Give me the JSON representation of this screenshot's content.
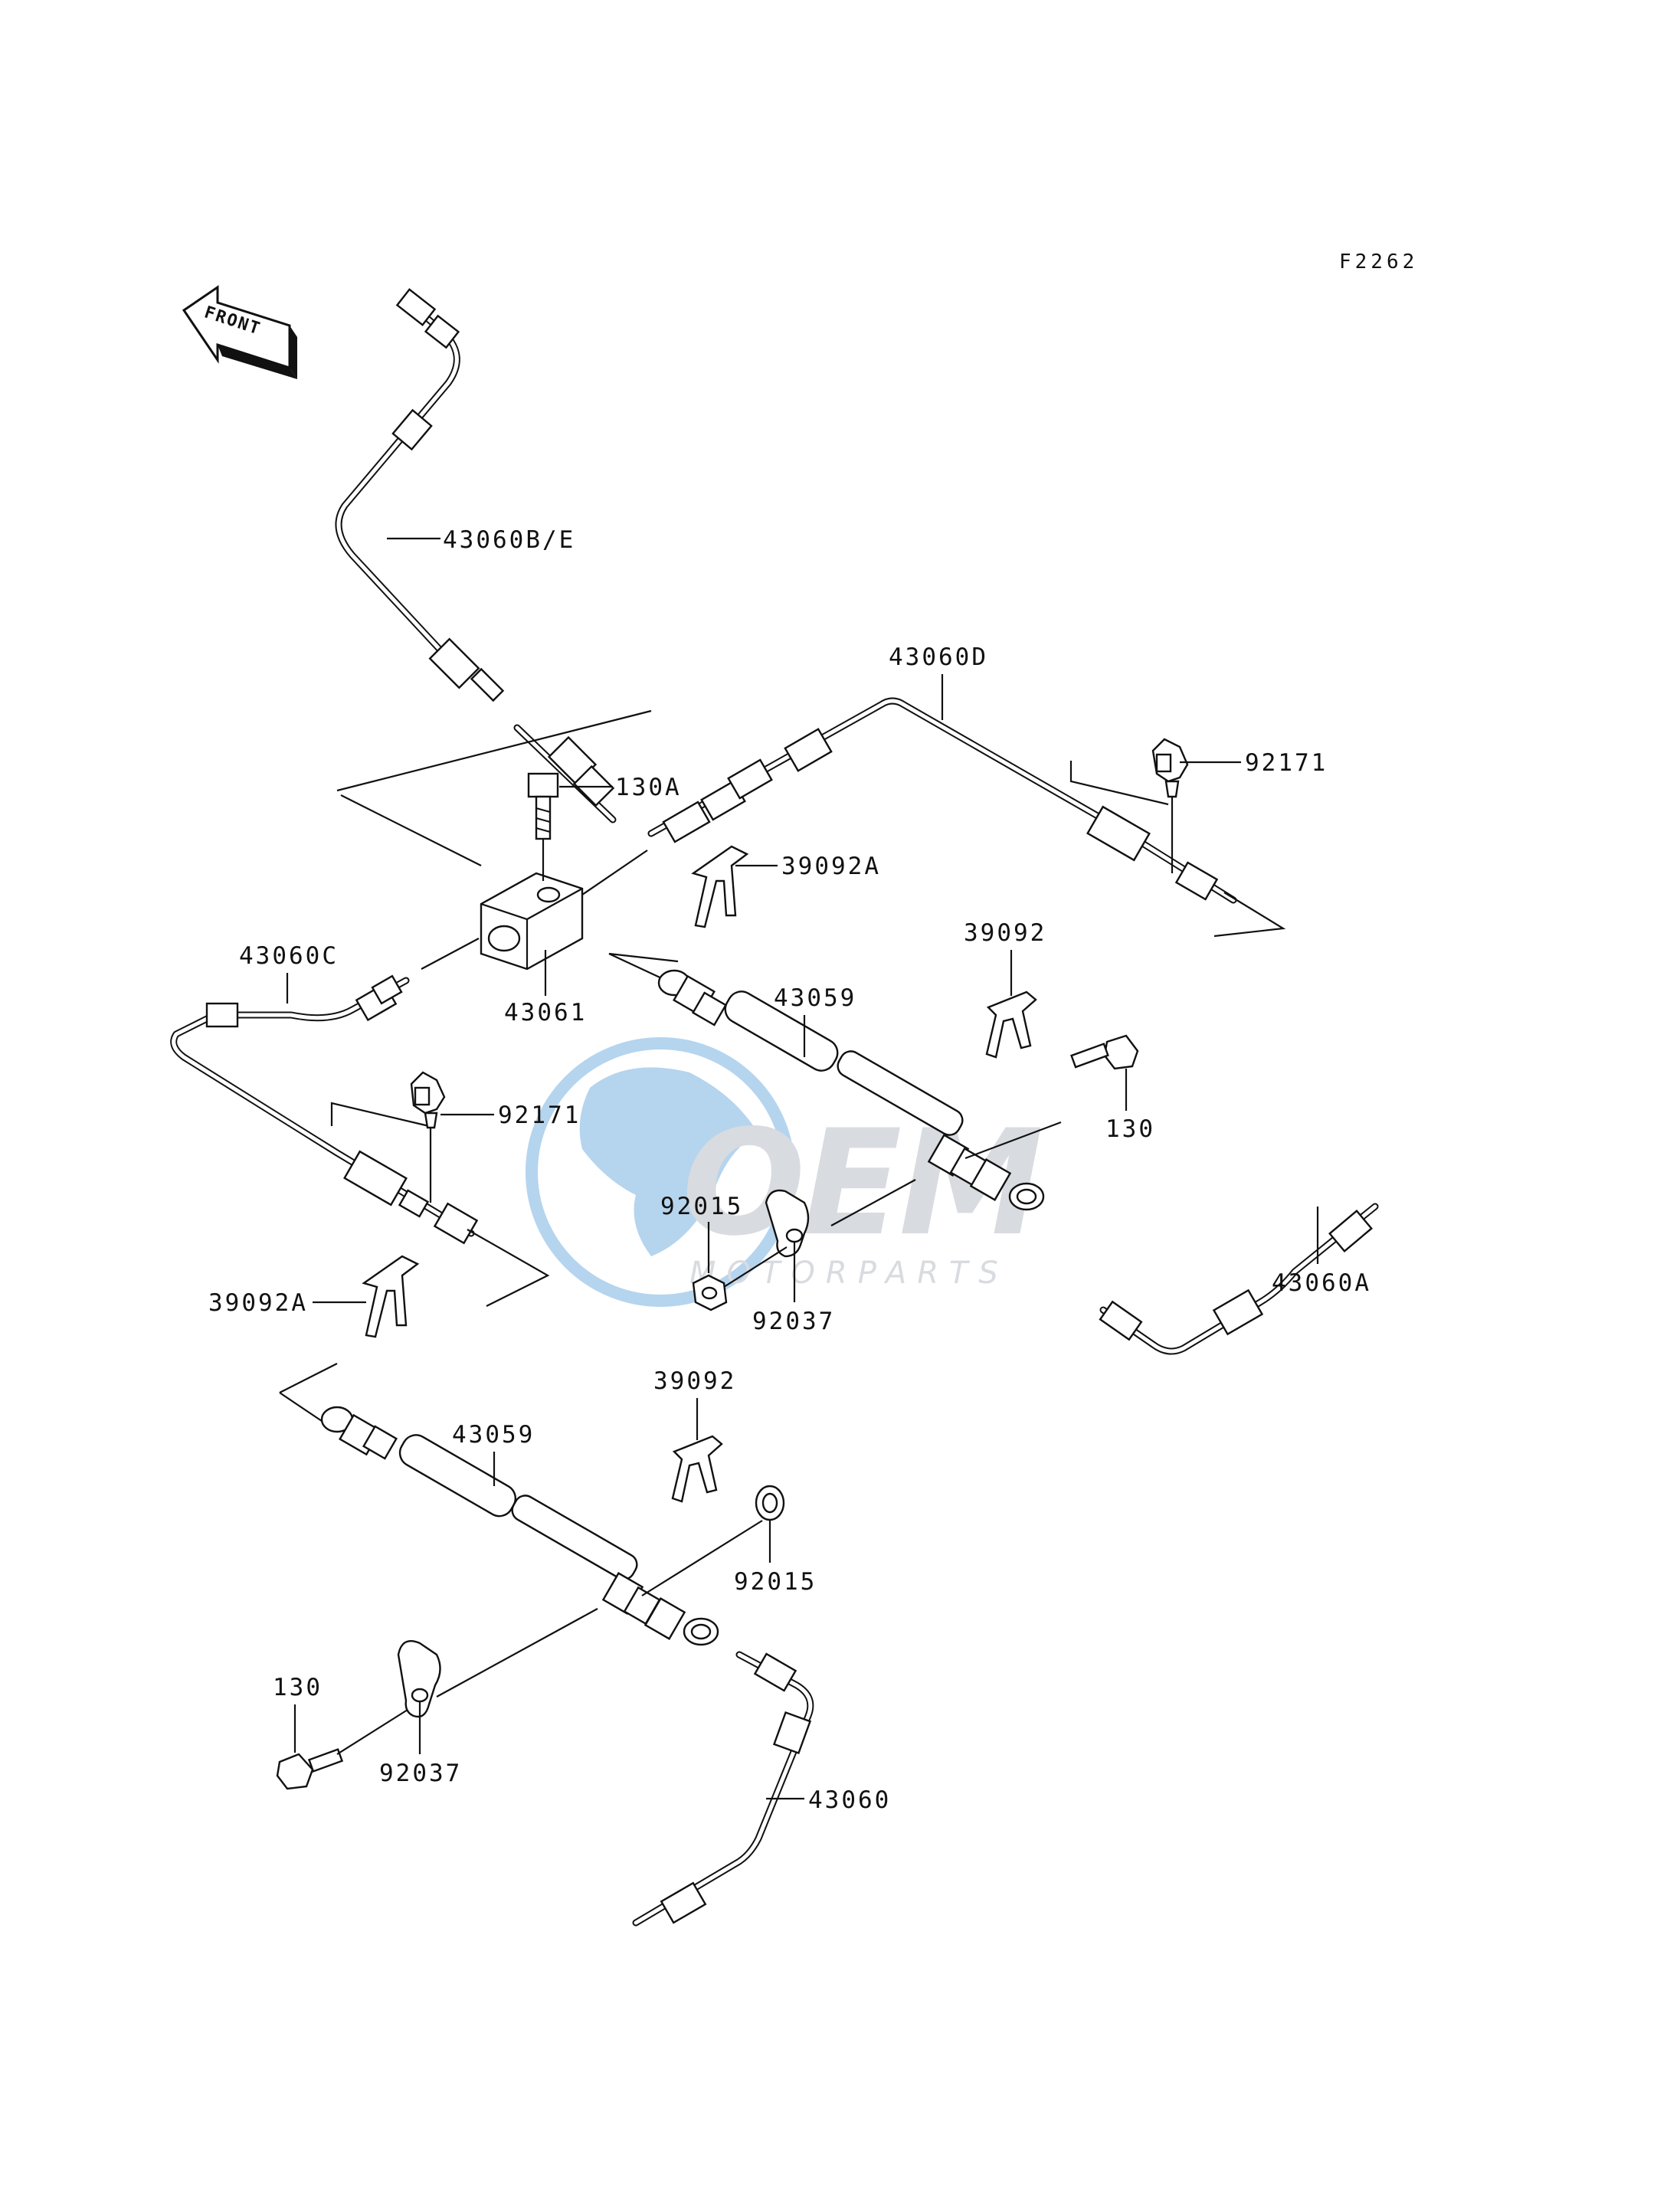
{
  "figure_code": "F2262",
  "front_label": "FRONT",
  "watermark": {
    "logo": "OEM",
    "subtitle": "MOTORPARTS",
    "globe_color": "#3e8fd4",
    "text_color": "#9aa3ad"
  },
  "callouts": {
    "c43060BE": "43060B/E",
    "c43060D": "43060D",
    "c130A": "130A",
    "c92171a": "92171",
    "c39092Aa": "39092A",
    "c39092a": "39092",
    "c43060C": "43060C",
    "c43061": "43061",
    "c43059a": "43059",
    "c92171b": "92171",
    "c130a": "130",
    "c92015a": "92015",
    "c92037a": "92037",
    "c43060A": "43060A",
    "c39092Ab": "39092A",
    "c39092b": "39092",
    "c43059b": "43059",
    "c92015b": "92015",
    "c130b": "130",
    "c92037b": "92037",
    "c43060": "43060"
  }
}
